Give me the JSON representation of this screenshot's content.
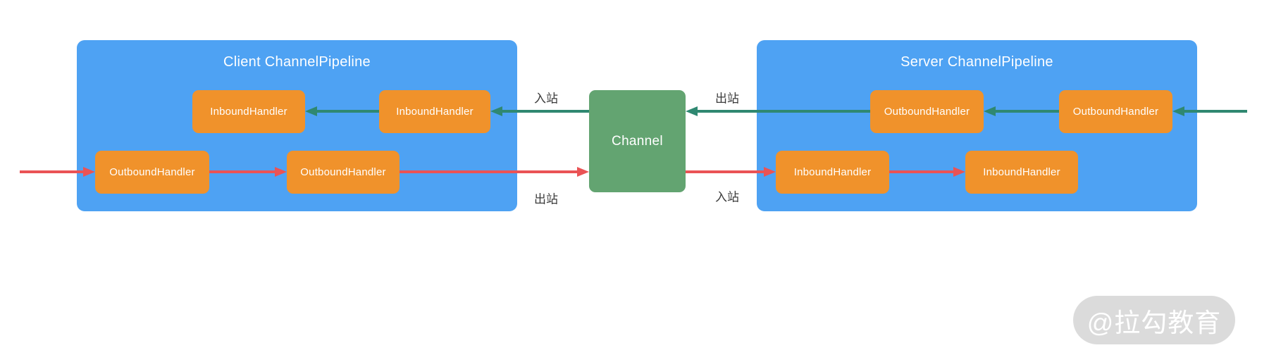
{
  "client_pipeline": {
    "title": "Client ChannelPipeline",
    "inbound_handlers": [
      "InboundHandler",
      "InboundHandler"
    ],
    "outbound_handlers": [
      "OutboundHandler",
      "OutboundHandler"
    ]
  },
  "channel": {
    "label": "Channel"
  },
  "server_pipeline": {
    "title": "Server ChannelPipeline",
    "outbound_handlers": [
      "OutboundHandler",
      "OutboundHandler"
    ],
    "inbound_handlers": [
      "InboundHandler",
      "InboundHandler"
    ]
  },
  "flow_labels": {
    "client_inbound": "入站",
    "client_outbound": "出站",
    "server_outbound": "出站",
    "server_inbound": "入站"
  },
  "watermark": {
    "text": "@拉勾教育"
  },
  "colors": {
    "pipeline_fill": "#4EA2F3",
    "handler_fill": "#F0922B",
    "channel_fill": "#63A471",
    "inbound_arrow": "#2F8871",
    "outbound_arrow": "#EA5355",
    "label_text": "#3C3C3C",
    "title_text": "#FFFFFF",
    "watermark_bg": "#D9D9D9",
    "watermark_text": "#FFFFFF"
  }
}
